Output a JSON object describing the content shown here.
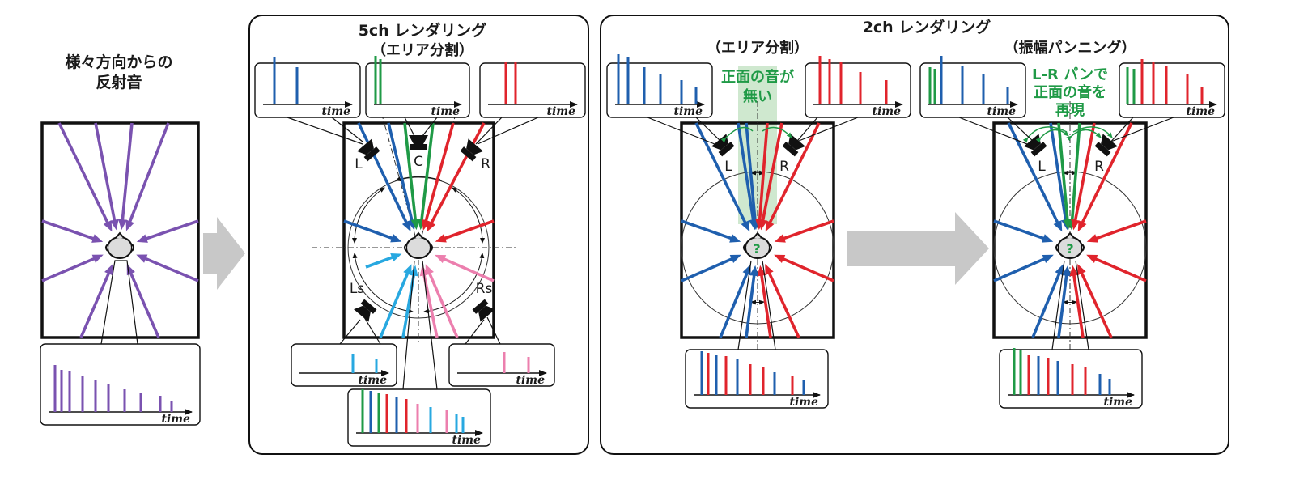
{
  "colors": {
    "purple": "#7a52b0",
    "blue": "#1f5fae",
    "green": "#1f9a46",
    "red": "#e0242c",
    "lightblue": "#28a8e0",
    "pink": "#ec7fae",
    "highlight": "#cfe8cf",
    "greenText": "#1f9a46",
    "arrowGray": "#c8c8c8",
    "head": "#dcdcdc"
  },
  "left": {
    "title_line1": "様々方向からの",
    "title_line2": "反射音"
  },
  "panel5": {
    "title": "5ch レンダリング",
    "subtitle": "（エリア分割）",
    "speakers": {
      "L": "L",
      "C": "C",
      "R": "R",
      "Ls": "Ls",
      "Rs": "Rs"
    }
  },
  "panel2": {
    "title": "2ch レンダリング",
    "sub_left": "（エリア分割）",
    "sub_right": "（振幅パンニング）",
    "note_left_line1": "正面の音が",
    "note_left_line2": "無い",
    "note_right_line1": "L-R パンで",
    "note_right_line2": "正面の音を",
    "note_right_line3": "再現",
    "speakers": {
      "L": "L",
      "R": "R"
    },
    "head_symbol": "?"
  },
  "axis_label": "time",
  "icons": [
    "speaker-icon",
    "head-icon",
    "flow-arrow-icon"
  ]
}
